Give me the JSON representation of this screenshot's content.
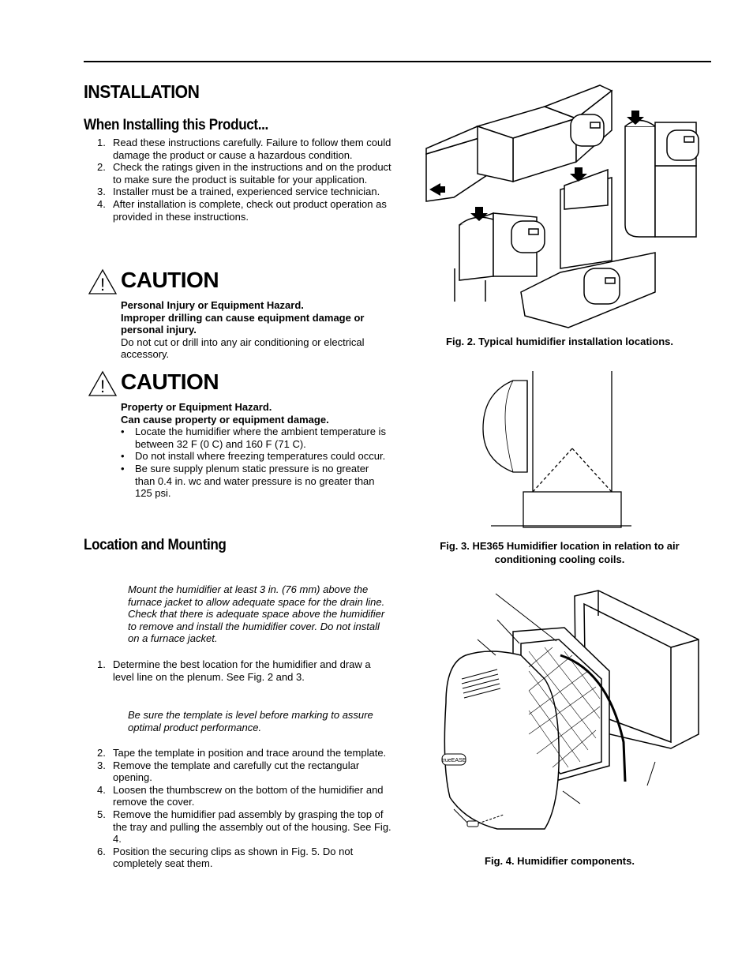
{
  "installation": {
    "heading": "INSTALLATION",
    "when_heading": "When Installing this Product...",
    "steps": [
      {
        "num": "1.",
        "text": "Read these instructions carefully. Failure to follow them could damage the product or cause a hazardous condition."
      },
      {
        "num": "2.",
        "text": "Check the ratings given in the instructions and on the product to make sure the product is suitable for your application."
      },
      {
        "num": "3.",
        "text": "Installer must be a trained, experienced service technician."
      },
      {
        "num": "4.",
        "text": "After installation is complete, check out product operation as provided in these instructions."
      }
    ]
  },
  "caution1": {
    "title": "CAUTION",
    "bold_line1": "Personal Injury or Equipment Hazard.",
    "bold_line2": "Improper drilling can cause equipment damage or personal injury.",
    "text": "Do not cut or drill into any air conditioning or electrical accessory."
  },
  "caution2": {
    "title": "CAUTION",
    "bold_line1": "Property or Equipment Hazard.",
    "bold_line2": "Can cause property or equipment damage.",
    "bullets": [
      "Locate the humidifier where the ambient temperature is between 32 F (0 C) and 160 F (71 C).",
      "Do not install where freezing temperatures could occur.",
      "Be sure supply plenum static pressure is no greater than 0.4 in. wc and water pressure is no greater than 125 psi."
    ]
  },
  "location": {
    "heading": "Location and Mounting",
    "note1": "Mount the humidifier at least 3 in. (76 mm) above the furnace jacket to allow adequate space for the drain line. Check that there is adequate space above the humidifier to remove and install the humidifier cover. Do not install on a furnace jacket.",
    "step1_num": "1.",
    "step1": "Determine the best location for the humidifier and draw a level line on the plenum. See Fig. 2 and 3.",
    "note2": "Be sure the template is level before marking to assure optimal product performance.",
    "steps": [
      {
        "num": "2.",
        "text": "Tape the template in position and trace around the template."
      },
      {
        "num": "3.",
        "text": "Remove the template and carefully cut the rectangular opening."
      },
      {
        "num": "4.",
        "text": "Loosen the thumbscrew on the bottom of the humidifier and remove the cover."
      },
      {
        "num": "5.",
        "text": "Remove the humidifier pad assembly by grasping the top of the tray and pulling the assembly out of the housing. See Fig. 4."
      },
      {
        "num": "6.",
        "text": "Position the securing clips as shown in Fig. 5. Do not completely seat them."
      }
    ]
  },
  "figures": {
    "fig2_caption": "Fig. 2. Typical humidifier installation locations.",
    "fig3_caption": "Fig. 3. HE365 Humidifier location in relation to air conditioning cooling coils.",
    "fig4_caption": "Fig. 4. Humidifier components.",
    "fig4_brand": "trueEASE"
  },
  "icons": {
    "warning": "warning-triangle-icon"
  }
}
